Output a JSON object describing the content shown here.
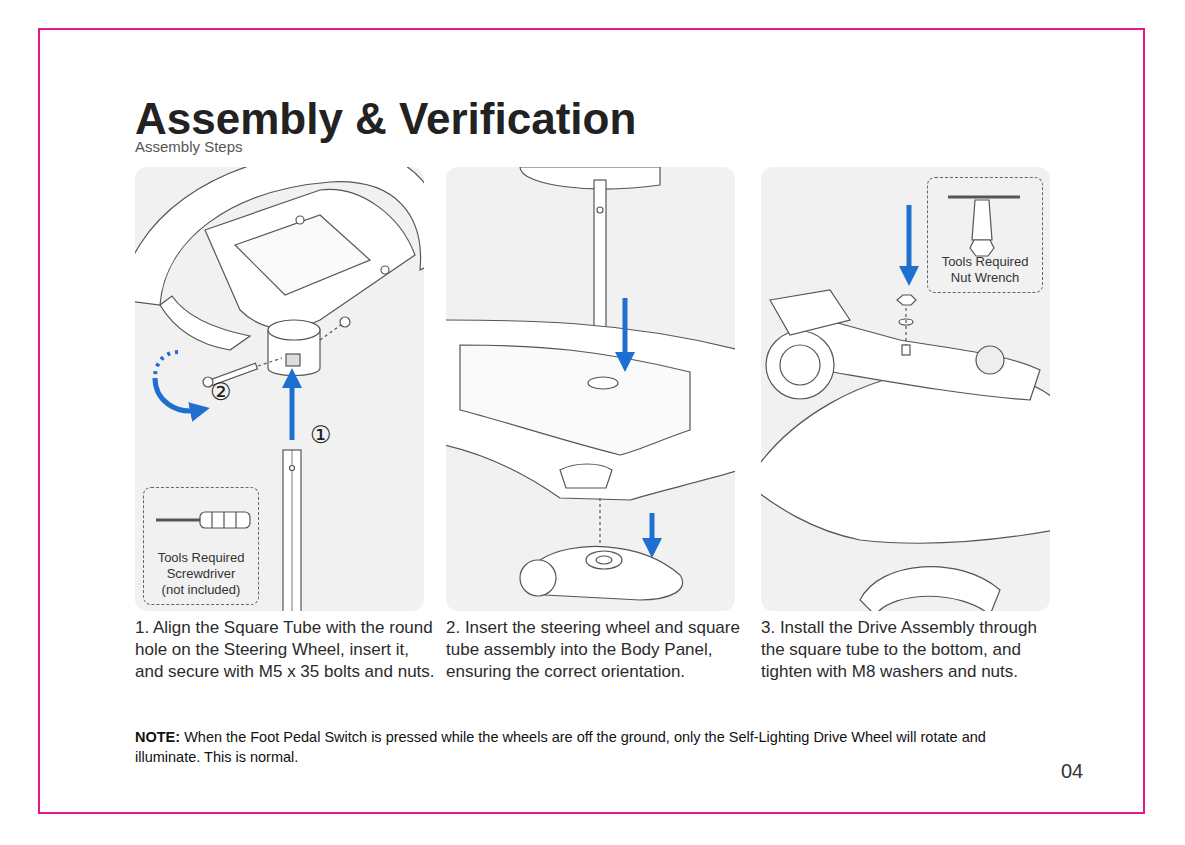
{
  "diagram": {
    "title": "Assembly & Verification",
    "nodes": [
      {
        "text": [
          "1. Align the Square Tube with the round hole on the Steering Wheel, insert it, and secure with M5 x 35 bolts and nuts."
        ]
      },
      {
        "text": [
          "Tools Required",
          "Screwdriver (not included)"
        ],
        "in": 0
      },
      {
        "text": [
          "2. Insert the steering wheel and square tube assembly into the Body Panel, ensuring the correct orientation."
        ]
      },
      {
        "text": [
          "3. Install the Drive Assembly through the square tube to the bottom, and tighten with M8 washers and nuts."
        ]
      },
      {
        "text": [
          "Tools Required",
          "Nut Wrench"
        ],
        "in": 3
      }
    ],
    "labels": [
      "Assembly Steps",
      "①",
      "②",
      "NOTE:",
      "When the Foot Pedal Switch is pressed while the wheels are off the ground, only the Self-Lighting Drive Wheel will rotate and illuminate. This is normal.",
      "04"
    ]
  }
}
